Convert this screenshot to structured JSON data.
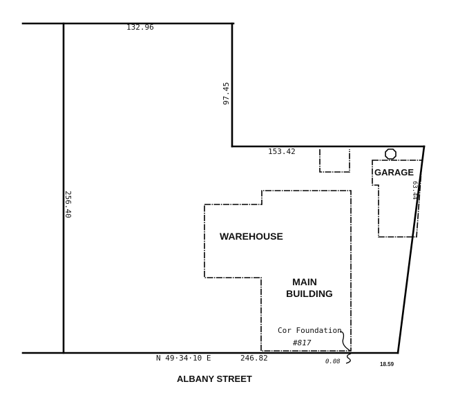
{
  "diagram": {
    "type": "property survey plat",
    "street": "ALBANY STREET",
    "dimensions": {
      "top_north": "132.96",
      "inner_vertical": "97.45",
      "inner_horizontal": "153.42",
      "west_side": "256.40",
      "east_slant": "63.44",
      "south_bearing": "N 49·34·10 E",
      "south_length": "246.82",
      "offset_small": "0.08",
      "offset_east": "18.59"
    },
    "buildings": [
      {
        "id": "warehouse",
        "label": "WAREHOUSE"
      },
      {
        "id": "main-building",
        "label_line1": "MAIN",
        "label_line2": "BUILDING"
      },
      {
        "id": "garage",
        "label": "GARAGE"
      },
      {
        "id": "shed",
        "label": ""
      }
    ],
    "annotations": {
      "foundation_note": "Cor Foundation",
      "foundation_number": "#817"
    }
  }
}
